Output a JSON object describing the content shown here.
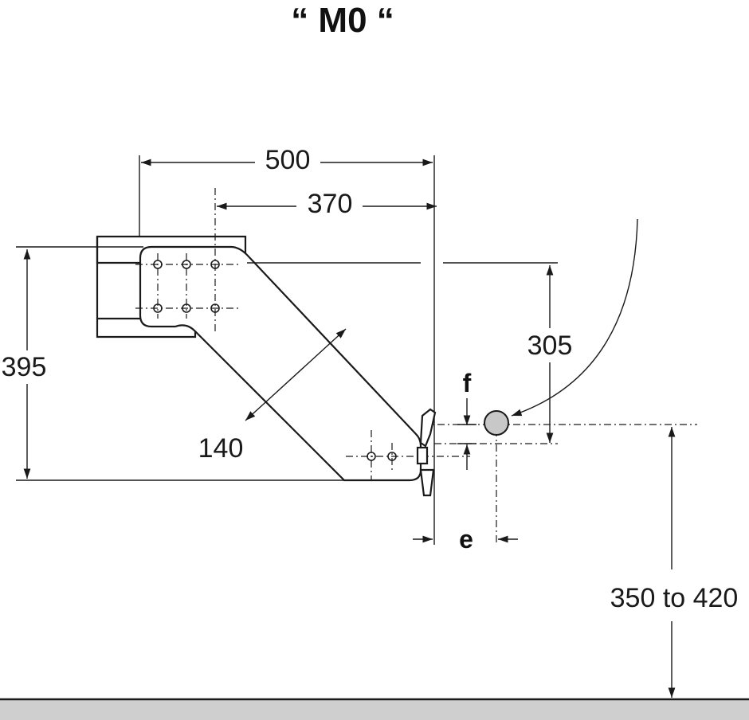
{
  "title": "“ M0 “",
  "dimensions": {
    "overall_width": "500",
    "hole_offset": "370",
    "overall_height": "395",
    "pipe_rise": "305",
    "arm_width": "140",
    "floor_height": "350 to 420"
  },
  "variables": {
    "vertical_adjust": "f",
    "horizontal_adjust": "e"
  },
  "colors": {
    "line": "#1a1a1a",
    "floor": "#cfcfcf",
    "pipe": "#c8c8c8"
  }
}
